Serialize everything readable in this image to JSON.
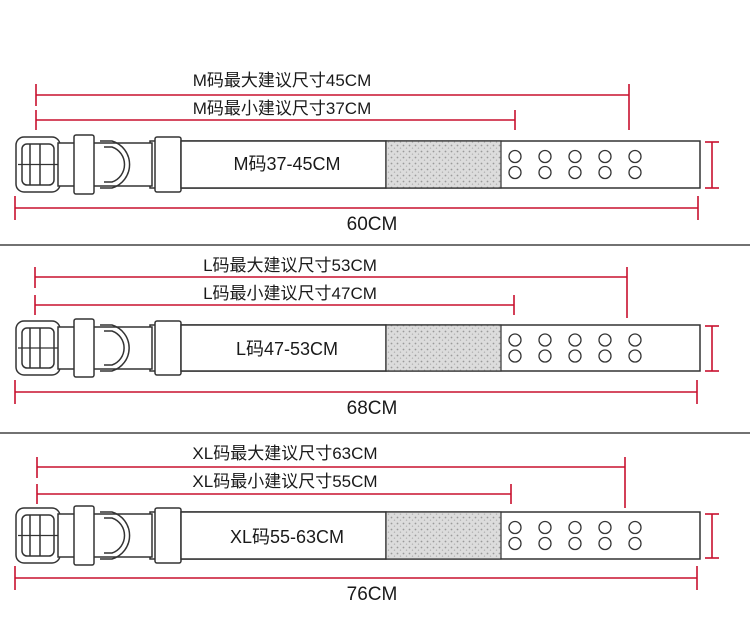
{
  "colors": {
    "measure_line": "#c8102e",
    "outline": "#333333",
    "divider": "#444444",
    "label_text": "#1a1a1a",
    "velcro_fill": "#d9d9d9",
    "velcro_dot": "#8a8a8a"
  },
  "sections": [
    {
      "size": "M",
      "max_label": "M码最大建议尺寸45CM",
      "min_label": "M码最小建议尺寸37CM",
      "range_label": "M码37-45CM",
      "total_label": "60CM",
      "total_cm": 60,
      "max_cm": 45,
      "min_cm": 37,
      "hole_columns": 5,
      "hole_rows": 2
    },
    {
      "size": "L",
      "max_label": "L码最大建议尺寸53CM",
      "min_label": "L码最小建议尺寸47CM",
      "range_label": "L码47-53CM",
      "total_label": "68CM",
      "total_cm": 68,
      "max_cm": 53,
      "min_cm": 47,
      "hole_columns": 5,
      "hole_rows": 2
    },
    {
      "size": "XL",
      "max_label": "XL码最大建议尺寸63CM",
      "min_label": "XL码最小建议尺寸55CM",
      "range_label": "XL码55-63CM",
      "total_label": "76CM",
      "total_cm": 76,
      "max_cm": 63,
      "min_cm": 55,
      "hole_columns": 5,
      "hole_rows": 2
    }
  ],
  "icons": {
    "buckle": "buckle-icon",
    "d_ring": "d-ring-icon",
    "velcro": "velcro-patch-icon",
    "holes": "adjustment-hole-icon"
  }
}
